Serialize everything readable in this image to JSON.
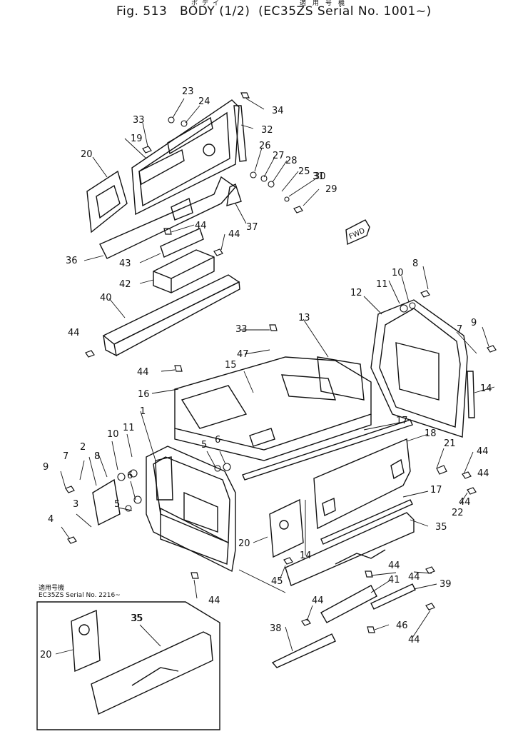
{
  "header": {
    "figure": "Fig. 513",
    "title": "BODY",
    "fraction": "(1/2)",
    "kana": "ボデイ",
    "applicability_kanji": "適用号機",
    "applicability": "(EC35ZS Serial No. 1001~)"
  },
  "inset": {
    "kanji": "適用号機",
    "serial": "EC35ZS Serial No. 2216~"
  },
  "fwd_label": "FWD",
  "callouts": [
    {
      "id": "c1",
      "text": "1"
    },
    {
      "id": "c2",
      "text": "2"
    },
    {
      "id": "c3",
      "text": "3"
    },
    {
      "id": "c4",
      "text": "4"
    },
    {
      "id": "c5a",
      "text": "5"
    },
    {
      "id": "c5b",
      "text": "5"
    },
    {
      "id": "c6a",
      "text": "6"
    },
    {
      "id": "c6b",
      "text": "6"
    },
    {
      "id": "c7a",
      "text": "7"
    },
    {
      "id": "c7b",
      "text": "7"
    },
    {
      "id": "c8a",
      "text": "8"
    },
    {
      "id": "c8b",
      "text": "8"
    },
    {
      "id": "c9a",
      "text": "9"
    },
    {
      "id": "c9b",
      "text": "9"
    },
    {
      "id": "c10a",
      "text": "10"
    },
    {
      "id": "c10b",
      "text": "10"
    },
    {
      "id": "c11a",
      "text": "11"
    },
    {
      "id": "c11b",
      "text": "11"
    },
    {
      "id": "c12",
      "text": "12"
    },
    {
      "id": "c13",
      "text": "13"
    },
    {
      "id": "c14a",
      "text": "14"
    },
    {
      "id": "c14b",
      "text": "14"
    },
    {
      "id": "c15",
      "text": "15"
    },
    {
      "id": "c16",
      "text": "16"
    },
    {
      "id": "c17a",
      "text": "17"
    },
    {
      "id": "c17b",
      "text": "17"
    },
    {
      "id": "c18",
      "text": "18"
    },
    {
      "id": "c19",
      "text": "19"
    },
    {
      "id": "c20a",
      "text": "20"
    },
    {
      "id": "c20b",
      "text": "20"
    },
    {
      "id": "c21",
      "text": "21"
    },
    {
      "id": "c22",
      "text": "22"
    },
    {
      "id": "c23",
      "text": "23"
    },
    {
      "id": "c24",
      "text": "24"
    },
    {
      "id": "c25",
      "text": "25"
    },
    {
      "id": "c26",
      "text": "26"
    },
    {
      "id": "c27",
      "text": "27"
    },
    {
      "id": "c28",
      "text": "28"
    },
    {
      "id": "c29",
      "text": "29"
    },
    {
      "id": "c30",
      "text": "30"
    },
    {
      "id": "c31",
      "text": "31"
    },
    {
      "id": "c32",
      "text": "32"
    },
    {
      "id": "c33a",
      "text": "33"
    },
    {
      "id": "c33b",
      "text": "33"
    },
    {
      "id": "c34",
      "text": "34"
    },
    {
      "id": "c35a",
      "text": "35"
    },
    {
      "id": "c35b",
      "text": "35"
    },
    {
      "id": "c36",
      "text": "36"
    },
    {
      "id": "c37",
      "text": "37"
    },
    {
      "id": "c38",
      "text": "38"
    },
    {
      "id": "c39",
      "text": "39"
    },
    {
      "id": "c40",
      "text": "40"
    },
    {
      "id": "c41",
      "text": "41"
    },
    {
      "id": "c42",
      "text": "42"
    },
    {
      "id": "c43",
      "text": "43"
    },
    {
      "id": "c44a",
      "text": "44"
    },
    {
      "id": "c44b",
      "text": "44"
    },
    {
      "id": "c44c",
      "text": "44"
    },
    {
      "id": "c44d",
      "text": "44"
    },
    {
      "id": "c44e",
      "text": "44"
    },
    {
      "id": "c44f",
      "text": "44"
    },
    {
      "id": "c44g",
      "text": "44"
    },
    {
      "id": "c44h",
      "text": "44"
    },
    {
      "id": "c44i",
      "text": "44"
    },
    {
      "id": "c44j",
      "text": "44"
    },
    {
      "id": "c44k",
      "text": "44"
    },
    {
      "id": "c44l",
      "text": "44"
    },
    {
      "id": "c45",
      "text": "45"
    },
    {
      "id": "c46",
      "text": "46"
    },
    {
      "id": "c47",
      "text": "47"
    },
    {
      "id": "c20i",
      "text": "20"
    },
    {
      "id": "c35i",
      "text": "35"
    }
  ]
}
